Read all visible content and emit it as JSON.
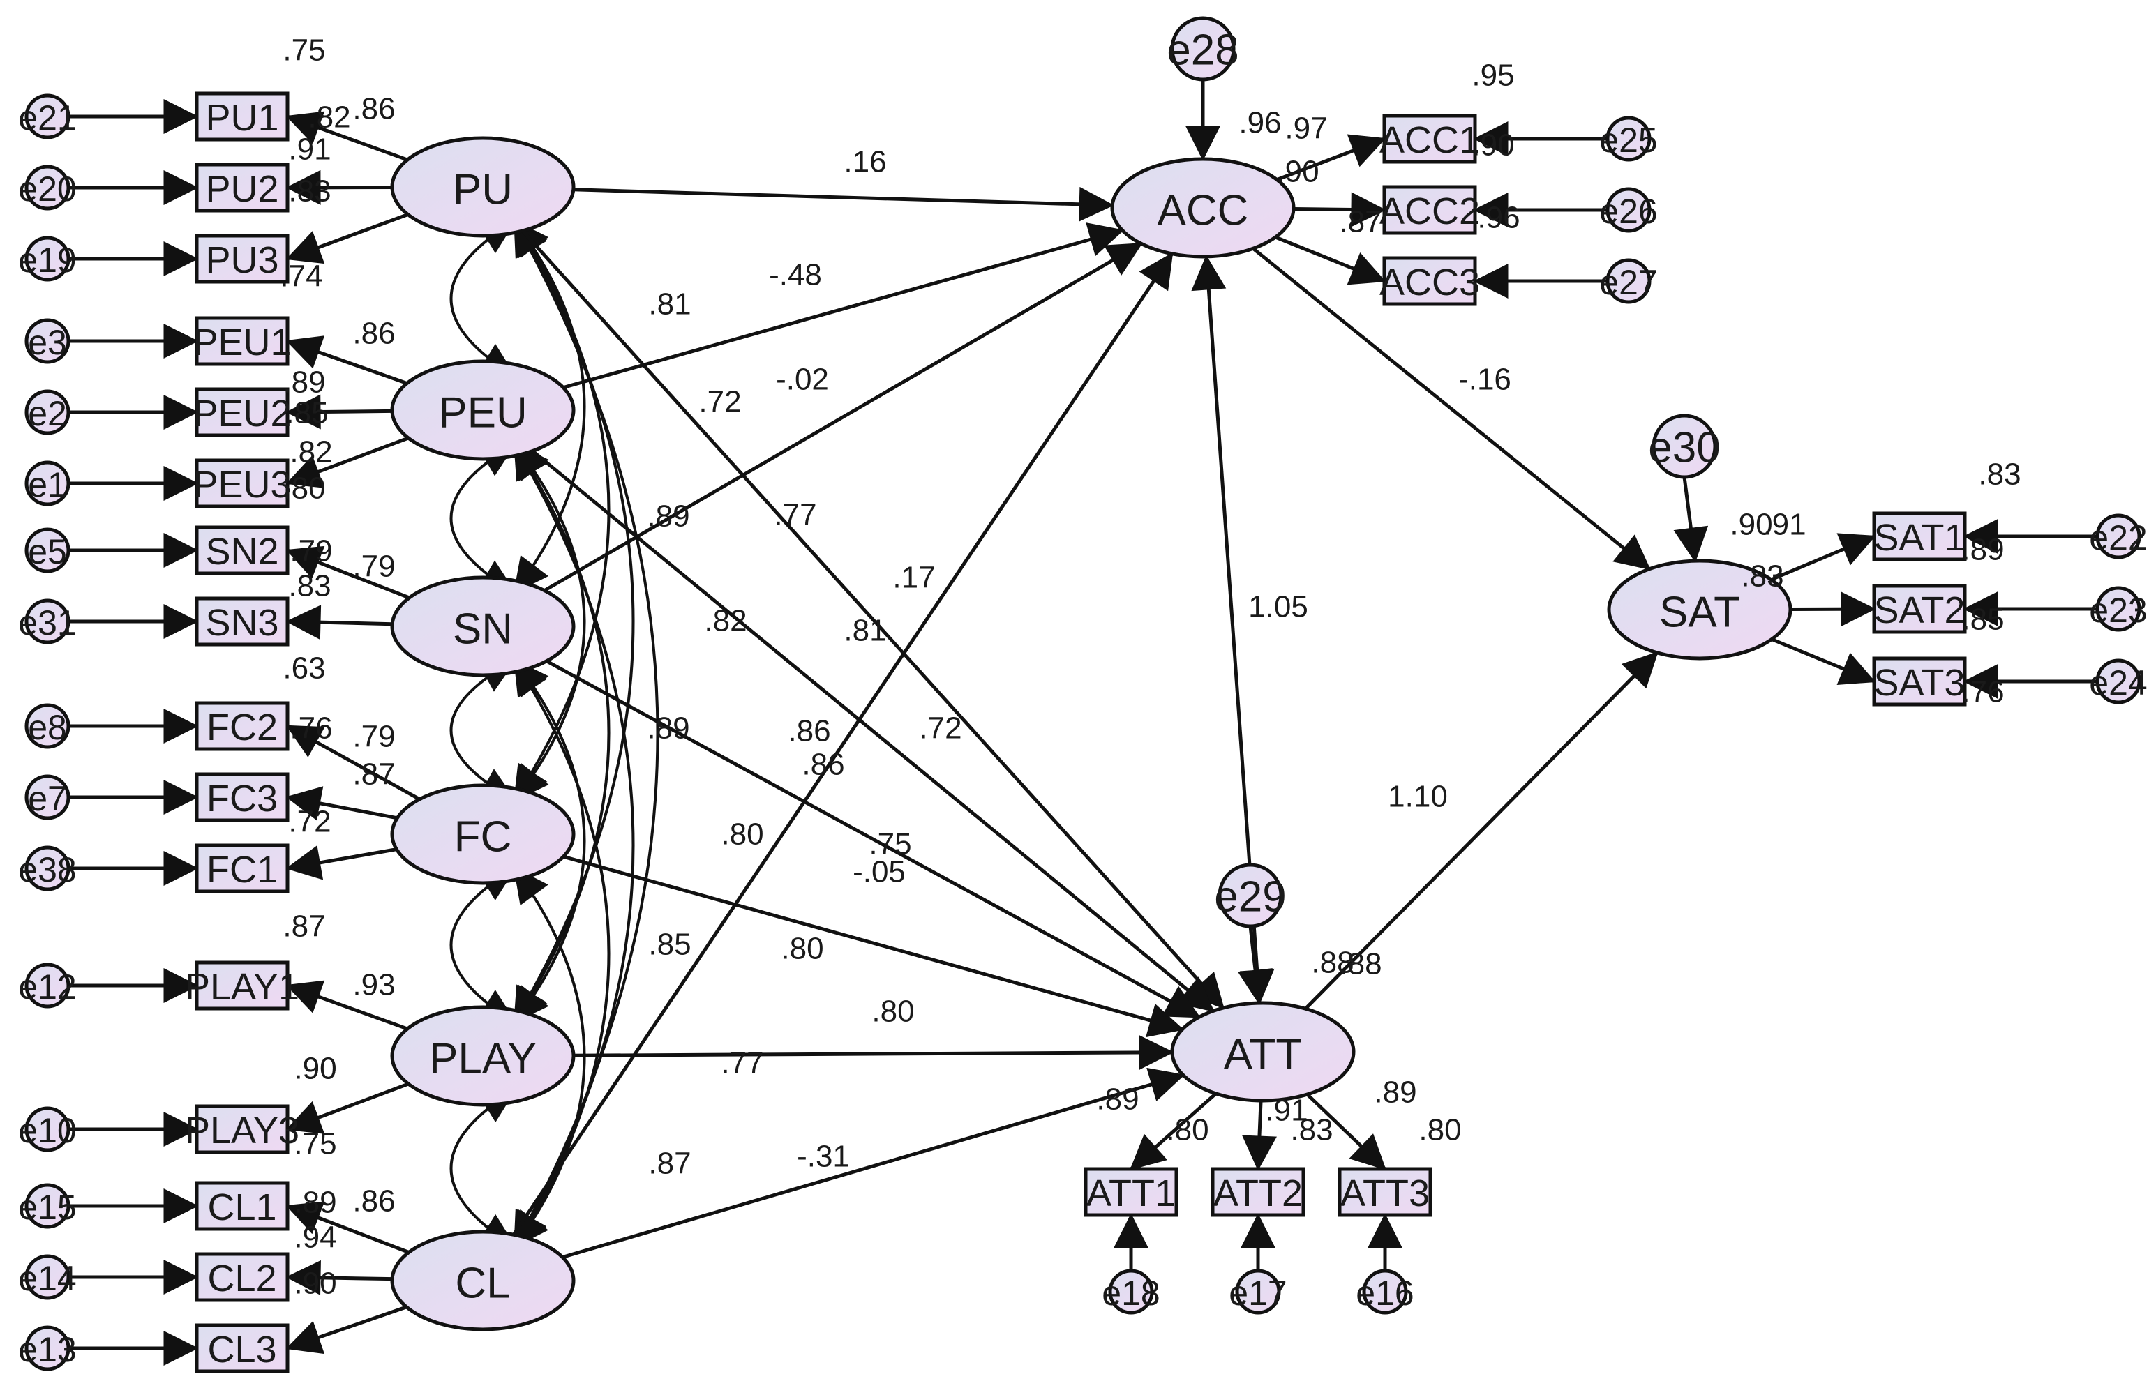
{
  "colors": {
    "node_fill": "#e2dcf0",
    "stroke": "#111111",
    "text": "#1a1a1a",
    "background": "#ffffff"
  },
  "latent_variables": [
    {
      "id": "PU",
      "label": "PU"
    },
    {
      "id": "PEU",
      "label": "PEU"
    },
    {
      "id": "SN",
      "label": "SN"
    },
    {
      "id": "FC",
      "label": "FC"
    },
    {
      "id": "PLAY",
      "label": "PLAY"
    },
    {
      "id": "CL",
      "label": "CL"
    },
    {
      "id": "ACC",
      "label": "ACC"
    },
    {
      "id": "ATT",
      "label": "ATT"
    },
    {
      "id": "SAT",
      "label": "SAT"
    }
  ],
  "indicators": [
    {
      "id": "PU1",
      "label": "PU1",
      "error": "e21"
    },
    {
      "id": "PU2",
      "label": "PU2",
      "error": "e20"
    },
    {
      "id": "PU3",
      "label": "PU3",
      "error": "e19"
    },
    {
      "id": "PEU1",
      "label": "PEU1",
      "error": "e3"
    },
    {
      "id": "PEU2",
      "label": "PEU2",
      "error": "e2"
    },
    {
      "id": "PEU3",
      "label": "PEU3",
      "error": "e1"
    },
    {
      "id": "SN2",
      "label": "SN2",
      "error": "e5"
    },
    {
      "id": "SN3",
      "label": "SN3",
      "error": "e31"
    },
    {
      "id": "FC2",
      "label": "FC2",
      "error": "e8"
    },
    {
      "id": "FC3",
      "label": "FC3",
      "error": "e7"
    },
    {
      "id": "FC1",
      "label": "FC1",
      "error": "e38"
    },
    {
      "id": "PLAY1",
      "label": "PLAY1",
      "error": "e12"
    },
    {
      "id": "PLAY3",
      "label": "PLAY3",
      "error": "e10"
    },
    {
      "id": "CL1",
      "label": "CL1",
      "error": "e15"
    },
    {
      "id": "CL2",
      "label": "CL2",
      "error": "e14"
    },
    {
      "id": "CL3",
      "label": "CL3",
      "error": "e13"
    },
    {
      "id": "ACC1",
      "label": "ACC1",
      "error": "e25"
    },
    {
      "id": "ACC2",
      "label": "ACC2",
      "error": "e26"
    },
    {
      "id": "ACC3",
      "label": "ACC3",
      "error": "e27"
    },
    {
      "id": "SAT1",
      "label": "SAT1",
      "error": "e22"
    },
    {
      "id": "SAT2",
      "label": "SAT2",
      "error": "e23"
    },
    {
      "id": "SAT3",
      "label": "SAT3",
      "error": "e24"
    },
    {
      "id": "ATT1",
      "label": "ATT1",
      "error": "e18"
    },
    {
      "id": "ATT2",
      "label": "ATT2",
      "error": "e17"
    },
    {
      "id": "ATT3",
      "label": "ATT3",
      "error": "e16"
    }
  ],
  "residuals": [
    {
      "id": "e28",
      "label": "e28",
      "target": "ACC"
    },
    {
      "id": "e29",
      "label": "e29",
      "target": "ATT"
    },
    {
      "id": "e30",
      "label": "e30",
      "target": "SAT"
    }
  ],
  "structural_paths": [
    {
      "from": "PU",
      "to": "ACC",
      "coef": ".16"
    },
    {
      "from": "PEU",
      "to": "ACC",
      "coef": "-.48"
    },
    {
      "from": "SN",
      "to": "ACC",
      "coef": "-.02"
    },
    {
      "from": "CL",
      "to": "ACC",
      "coef": ".17"
    },
    {
      "from": "PU",
      "to": "ATT",
      "coef": ".72"
    },
    {
      "from": "FC",
      "to": "ATT",
      "coef": "-.05"
    },
    {
      "from": "PLAY",
      "to": "ATT",
      "coef": ".80"
    },
    {
      "from": "CL",
      "to": "ATT",
      "coef": "-.31"
    },
    {
      "from": "PEU",
      "to": "ATT",
      "coef": ".75"
    },
    {
      "from": "SN",
      "to": "ATT",
      "coef": ".80"
    },
    {
      "from": "ACC",
      "to": "ATT",
      "coef": "1.05"
    },
    {
      "from": "ACC",
      "to": "SAT",
      "coef": "-.16"
    },
    {
      "from": "ATT",
      "to": "SAT",
      "coef": "1.10"
    }
  ],
  "correlation_labels": [
    ".81",
    ".72",
    ".77",
    ".89",
    ".82",
    ".81",
    ".86",
    ".86",
    ".89",
    ".80",
    ".85",
    ".77",
    ".87"
  ],
  "coefficient_labels": [
    ".75",
    ".86",
    ".82",
    ".91",
    ".83",
    ".74",
    ".86",
    ".79",
    ".89",
    ".85",
    ".82",
    ".80",
    ".79",
    ".83",
    ".63",
    ".76",
    ".79",
    ".87",
    ".72",
    ".87",
    ".93",
    ".90",
    ".90",
    ".75",
    ".89",
    ".86",
    ".94",
    ".90",
    ".95",
    ".96",
    ".97",
    ".90",
    ".90",
    ".88",
    ".96",
    ".87",
    ".83",
    ".90",
    ".91",
    ".83",
    ".89",
    ".85",
    ".76",
    ".88",
    ".89",
    ".80",
    ".91",
    ".83",
    ".89",
    ".80"
  ]
}
